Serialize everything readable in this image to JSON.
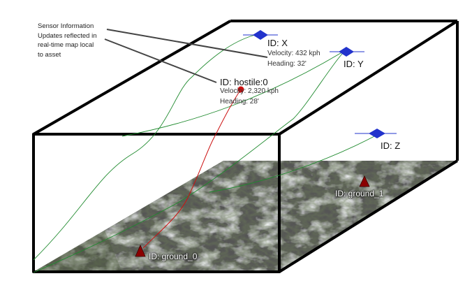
{
  "annotation": {
    "lines": [
      "Sensor Information",
      "Updates reflected in",
      "real-time map local",
      "to asset"
    ]
  },
  "aircraft": [
    {
      "id_label": "ID: X"
    },
    {
      "id_label": "ID: Y",
      "velocity": "Velocity: 432 kph",
      "heading": "Heading: 32'"
    },
    {
      "id_label": "ID: Z"
    }
  ],
  "hostile": {
    "id_label": "ID: hostile:0",
    "velocity": "Velocity: 2,320 kph",
    "heading": "Heading: 28'"
  },
  "ground_units": [
    {
      "id_label": "ID: ground_0"
    },
    {
      "id_label": "ID: ground_1"
    }
  ],
  "colors": {
    "aircraft_marker": "#2233cc",
    "aircraft_track": "#1f8a2e",
    "hostile_marker": "#cc1111",
    "hostile_track": "#cc1111",
    "ground_marker": "#8b0000",
    "box_edge": "#000000",
    "terrain_dark": "#3e4a2c",
    "terrain_snow": "#e8ecef"
  }
}
